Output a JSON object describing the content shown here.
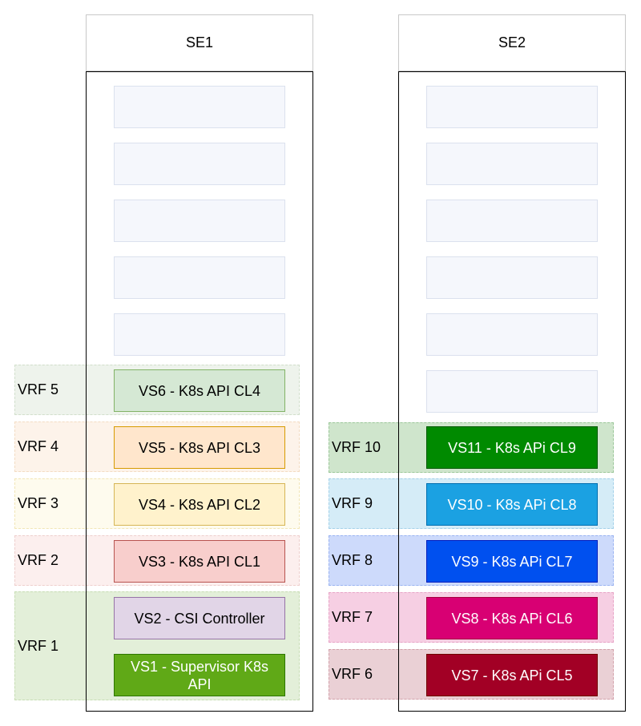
{
  "se1": {
    "label": "SE1"
  },
  "se2": {
    "label": "SE2"
  },
  "se1_vrfs": [
    {
      "label": "VRF 5",
      "vs": [
        "VS6 - K8s API CL4"
      ]
    },
    {
      "label": "VRF 4",
      "vs": [
        "VS5 - K8s API CL3"
      ]
    },
    {
      "label": "VRF 3",
      "vs": [
        "VS4 - K8s API CL2"
      ]
    },
    {
      "label": "VRF 2",
      "vs": [
        "VS3 - K8s API CL1"
      ]
    },
    {
      "label": "VRF 1",
      "vs": [
        "VS2 - CSI Controller",
        "VS1 - Supervisor K8s API"
      ]
    }
  ],
  "se2_vrfs": [
    {
      "label": "VRF 10",
      "vs": [
        "VS11 - K8s APi CL9"
      ]
    },
    {
      "label": "VRF 9",
      "vs": [
        "VS10 - K8s APi CL8"
      ]
    },
    {
      "label": "VRF 8",
      "vs": [
        "VS9 - K8s APi CL7"
      ]
    },
    {
      "label": "VRF 7",
      "vs": [
        "VS8 - K8s APi CL6"
      ]
    },
    {
      "label": "VRF 6",
      "vs": [
        "VS7 - K8s APi CL5"
      ]
    }
  ],
  "colors": {
    "vrf_fills": [
      "#eef3ec",
      "#fdf3ea",
      "#fefbee",
      "#fcefee",
      "#e3efd9",
      "#cfe5cc",
      "#d5ecf7",
      "#cddafb",
      "#f6cfe3",
      "#ead0d5"
    ],
    "vs_fills": [
      "#d5e8d4",
      "#ffe6cc",
      "#fff2cc",
      "#f8cecc",
      "#e1d5e7",
      "#60a917",
      "#008a00",
      "#1ba1e2",
      "#0050ef",
      "#d80073",
      "#a20025"
    ],
    "empty_slot": "#f5f7fc"
  }
}
